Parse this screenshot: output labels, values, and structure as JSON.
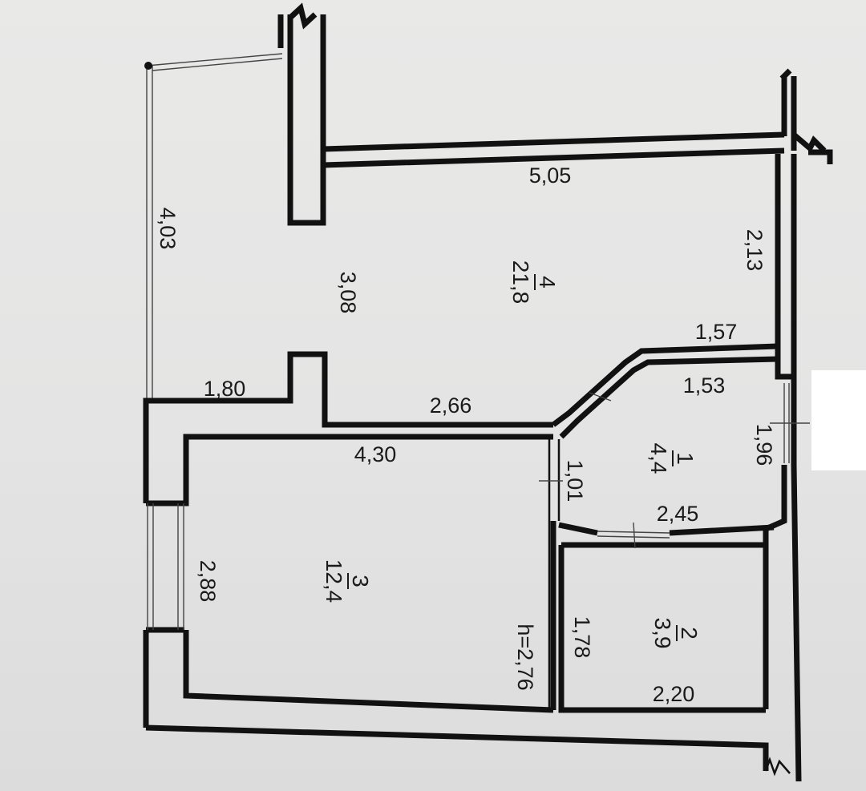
{
  "rooms": [
    {
      "number": "1",
      "area": "4,4"
    },
    {
      "number": "2",
      "area": "3,9"
    },
    {
      "number": "3",
      "area": "12,4"
    },
    {
      "number": "4",
      "area": "21,8"
    }
  ],
  "dimensions": {
    "balcony_length": "4,03",
    "room4_top": "5,05",
    "room4_depth": "3,08",
    "room4_right": "2,13",
    "room4_step": "1,57",
    "wall_segment_left": "1,80",
    "wall_segment_mid": "2,66",
    "room3_top": "4,30",
    "room3_left": "2,88",
    "room1_top": "1,53",
    "room1_right": "1,96",
    "room1_left": "1,01",
    "room1_bottom": "2,45",
    "room2_left": "1,78",
    "room2_bottom": "2,20"
  },
  "ceiling_height": "h=2,76"
}
